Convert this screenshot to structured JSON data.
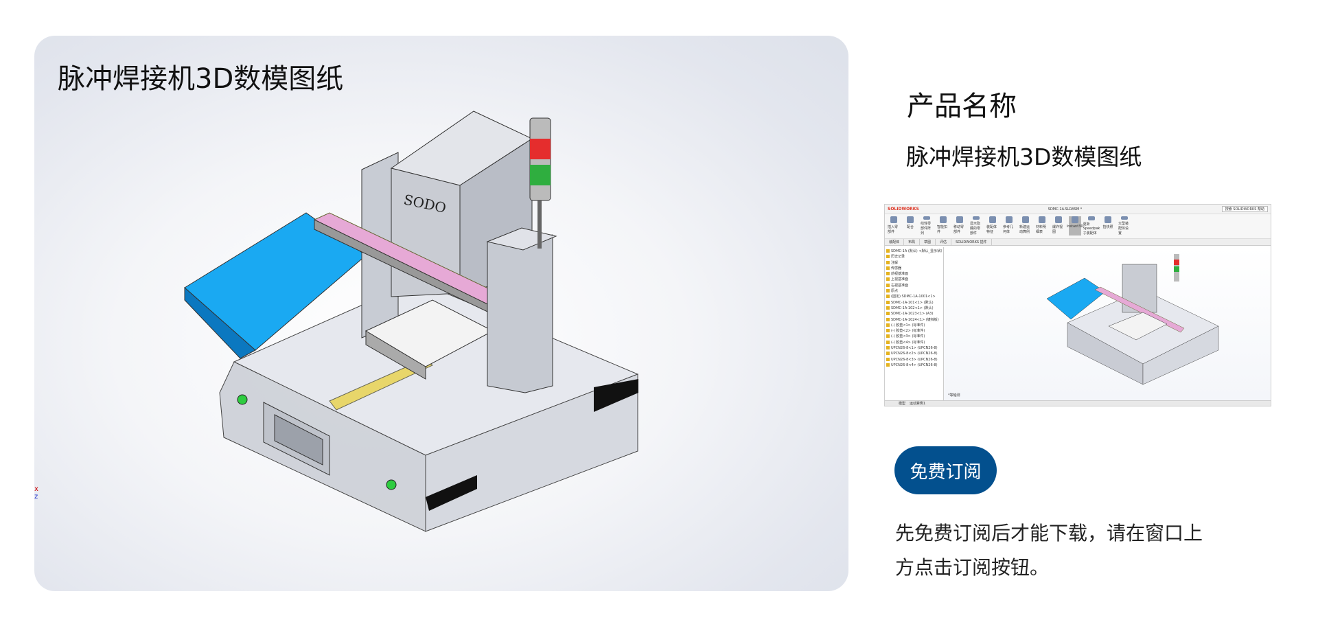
{
  "preview": {
    "title": "脉冲焊接机3D数模图纸",
    "model_label": "SODO",
    "axis_labels": [
      "x",
      "z"
    ]
  },
  "info": {
    "heading": "产品名称",
    "product_name": "脉冲焊接机3D数模图纸",
    "subscribe_button": "免费订阅",
    "note": "先免费订阅后才能下载，请在窗口上方点击订阅按钮。"
  },
  "thumbnail": {
    "app": "SOLIDWORKS",
    "document": "SDMC-1A.SLDASM *",
    "search": "搜索 SOLIDWORKS 帮助",
    "ribbon": [
      "插入零部件",
      "配合",
      "线性零部件阵列",
      "智能扣件",
      "移动零部件",
      "显示隐藏的零部件",
      "装配体特征",
      "参考几何体",
      "新建运动算例",
      "材料明细表",
      "爆炸视图",
      "Instant3D",
      "更新Speedpak子装配体",
      "拍快照",
      "大型装配体设置"
    ],
    "tabs": [
      "装配体",
      "布局",
      "草图",
      "评估",
      "SOLIDWORKS 插件"
    ],
    "tree": [
      "SDMC-1A (默认) <默认_显示状态-1>",
      "历史记录",
      "注解",
      "传感器",
      "前视基准面",
      "上视基准面",
      "右视基准面",
      "原点",
      "(固定) SDMC-1A-1001<1>",
      "SDMC-1A-101<1> (默认)",
      "SDMC-1A-102<1> (默认)",
      "SDMC-1A-1023<1> (A3)",
      "SDMC-1A-1024<1> (镀锌板)",
      "(-) 胶垫<1> (标准件)",
      "(-) 胶垫<2> (标准件)",
      "(-) 胶垫<3> (标准件)",
      "(-) 胶垫<4> (标准件)",
      "UPCN26-8<1> (UPCN26-8)",
      "UPCN26-8<2> (UPCN26-8)",
      "UPCN26-8<3> (UPCN26-8)",
      "UPCN26-8<4> (UPCN26-8)"
    ],
    "view_label": "*等轴测",
    "bottom_tabs": [
      "模型",
      "运动算例1"
    ]
  },
  "colors": {
    "button": "#03508e",
    "tray": "#1aa3f0",
    "beam": "#e6a9d6"
  }
}
